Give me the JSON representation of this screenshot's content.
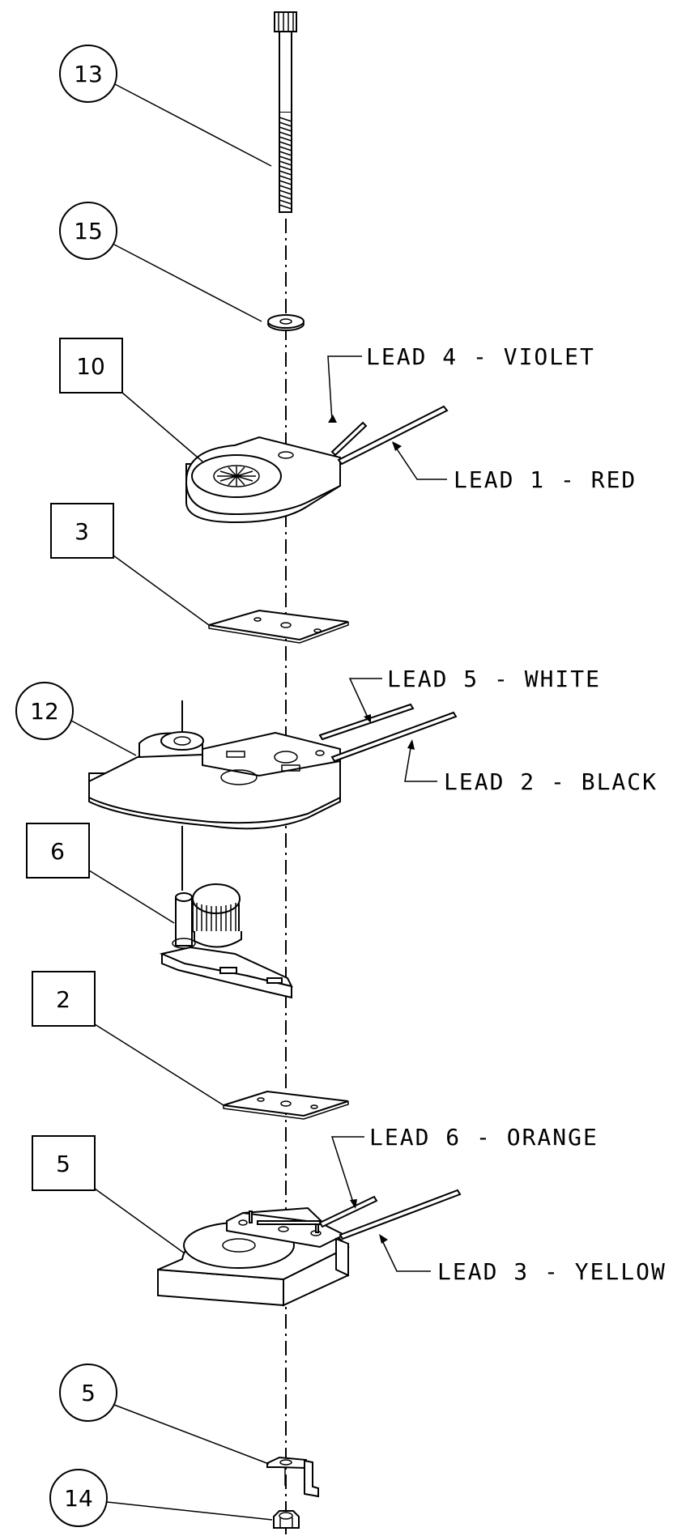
{
  "callouts": {
    "c13": "13",
    "c15": "15",
    "c10": "10",
    "c3": "3",
    "c12": "12",
    "c6": "6",
    "c2": "2",
    "c5box": "5",
    "c5circle": "5",
    "c14": "14"
  },
  "leads": {
    "lead4": "LEAD 4 - VIOLET",
    "lead1": "LEAD 1 - RED",
    "lead5": "LEAD 5 - WHITE",
    "lead2": "LEAD 2 - BLACK",
    "lead6": "LEAD 6 - ORANGE",
    "lead3": "LEAD 3 - YELLOW"
  }
}
